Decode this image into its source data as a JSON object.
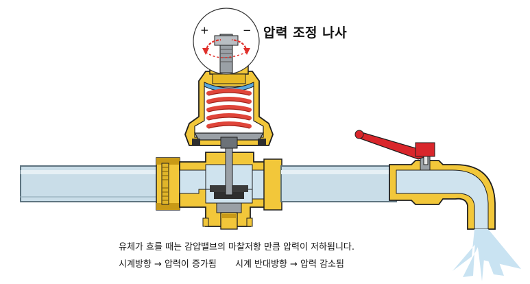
{
  "labels": {
    "adjust_screw": "압력 조정 나사",
    "plus": "+",
    "minus": "−"
  },
  "captions": {
    "line1": "유체가 흐를 때는 감압밸브의 마찰저항 만큼 압력이 저하됩니다.",
    "line2_clockwise": "시계방향 → 압력이 증가됨",
    "line2_counter": "시계 반대방향 → 압력 감소됨"
  },
  "colors": {
    "brass": "#f2c73a",
    "brass_dark": "#c99a17",
    "pipe": "#c9dde8",
    "pipe_edge": "#6e8794",
    "water": "#cfe3ee",
    "spring": "#e0453a",
    "metal": "#9aa0a6",
    "diaphragm": "#5aa8dc",
    "handle": "#d9262b",
    "arrow": "#e0302b",
    "outline": "#1e1e1e"
  }
}
